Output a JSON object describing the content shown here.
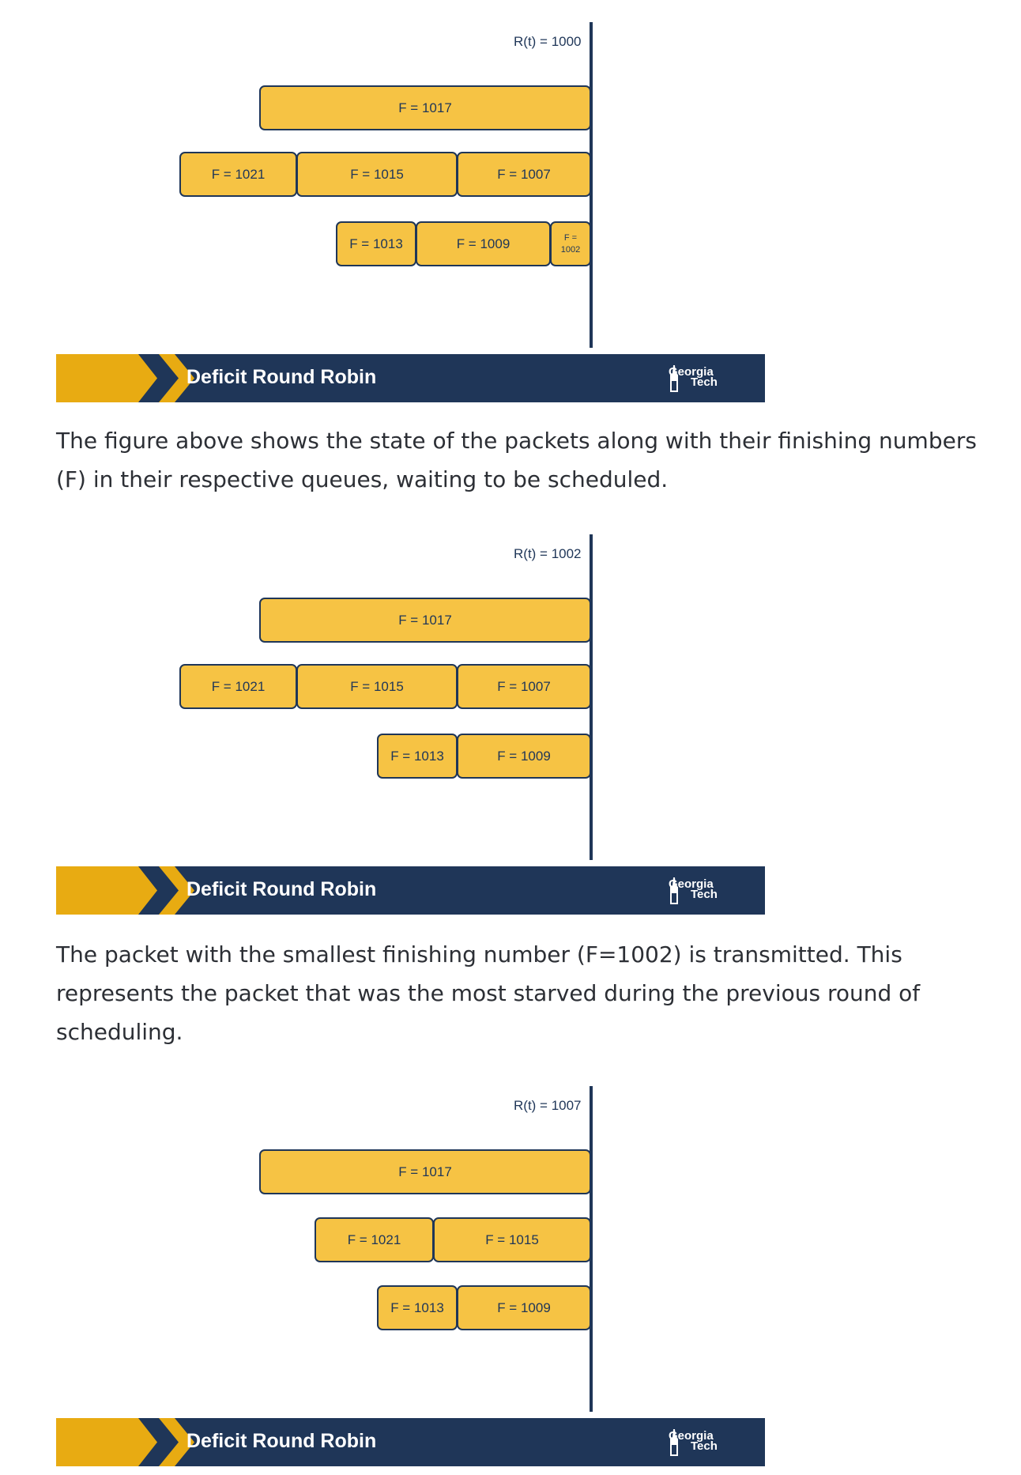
{
  "colors": {
    "packet_fill": "#f6c344",
    "navy": "#1f3658",
    "gold": "#e8ab12",
    "text": "#2c2f35"
  },
  "figures": [
    {
      "rt_label": "R(t) = 1000",
      "banner_title": "Deficit Round Robin",
      "logo": {
        "line1": "Georgia",
        "line2": "Tech"
      },
      "packets": [
        {
          "label": "F = 1017"
        },
        {
          "label": "F = 1021"
        },
        {
          "label": "F = 1015"
        },
        {
          "label": "F = 1007"
        },
        {
          "label": "F = 1013"
        },
        {
          "label": "F = 1009"
        },
        {
          "label_top": "F =",
          "label_bottom": "1002"
        }
      ]
    },
    {
      "rt_label": "R(t) = 1002",
      "banner_title": "Deficit Round Robin",
      "logo": {
        "line1": "Georgia",
        "line2": "Tech"
      },
      "packets": [
        {
          "label": "F = 1017"
        },
        {
          "label": "F = 1021"
        },
        {
          "label": "F = 1015"
        },
        {
          "label": "F = 1007"
        },
        {
          "label": "F = 1013"
        },
        {
          "label": "F = 1009"
        }
      ]
    },
    {
      "rt_label": "R(t) = 1007",
      "banner_title": "Deficit Round Robin",
      "logo": {
        "line1": "Georgia",
        "line2": "Tech"
      },
      "packets": [
        {
          "label": "F = 1017"
        },
        {
          "label": "F = 1021"
        },
        {
          "label": "F = 1015"
        },
        {
          "label": "F = 1013"
        },
        {
          "label": "F = 1009"
        }
      ]
    }
  ],
  "paragraphs": [
    "The figure above shows the state of the packets along with their finishing numbers (F) in their respective queues, waiting to be scheduled.",
    "The packet with the smallest finishing number (F=1002) is transmitted. This represents the packet that was the most starved during the previous round of scheduling."
  ]
}
